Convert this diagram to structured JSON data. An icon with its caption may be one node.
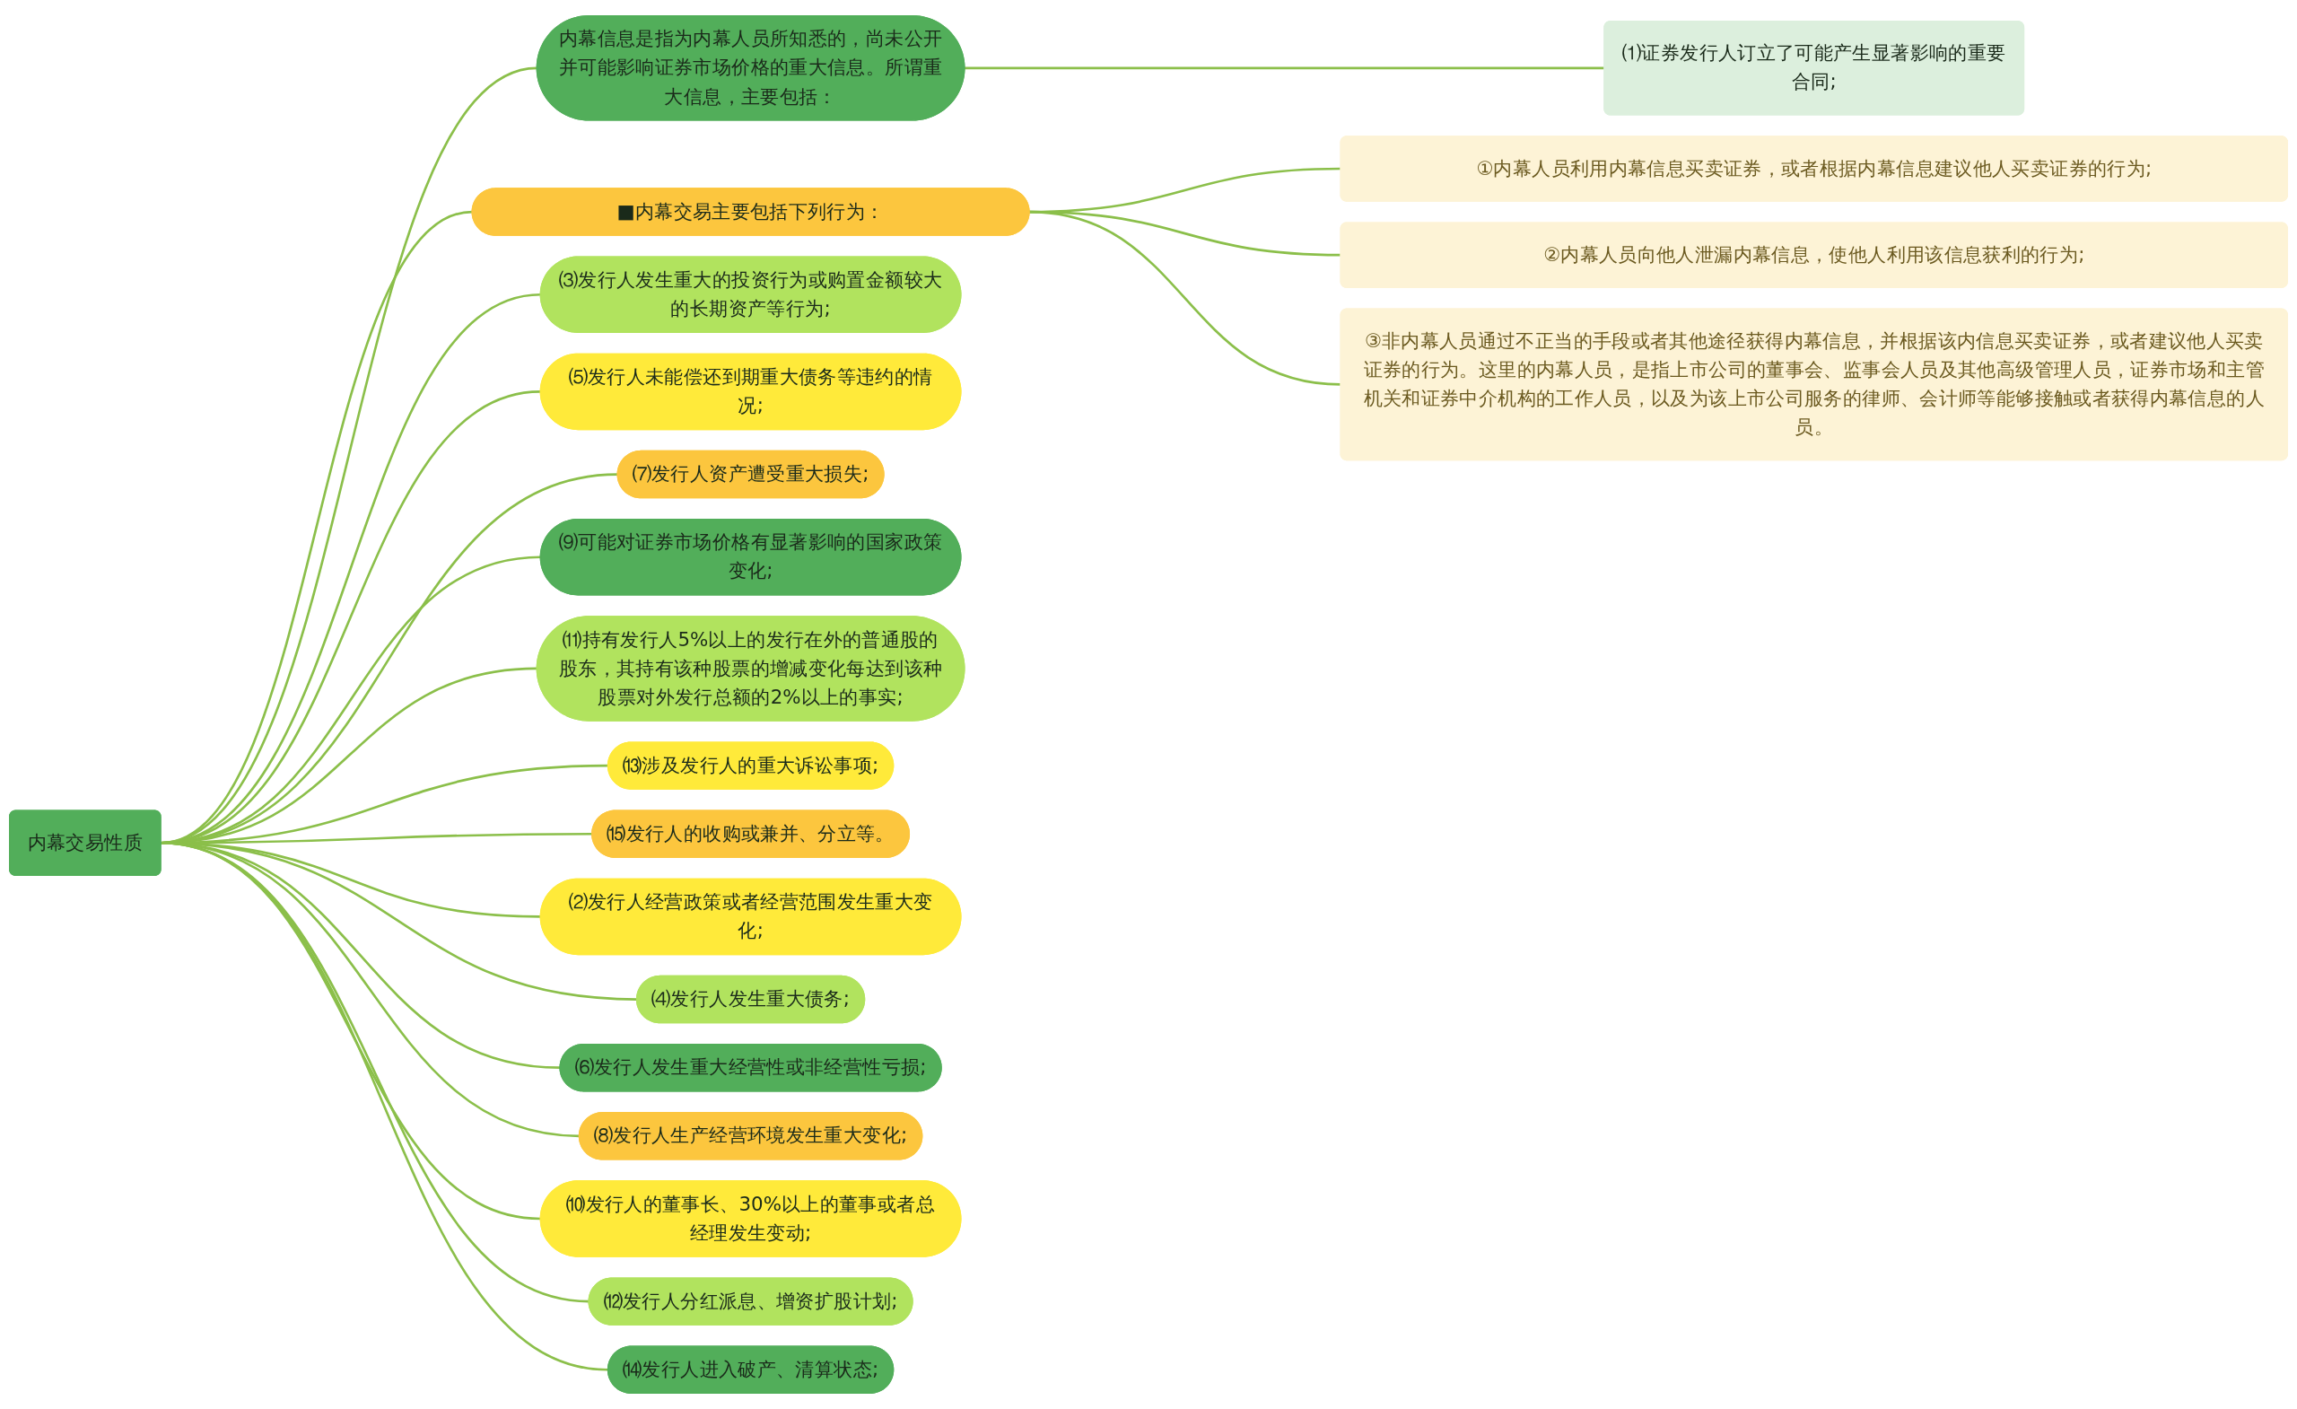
{
  "diagram": {
    "nodes": [
      {
        "text": [
          "内幕交易性质"
        ]
      },
      {
        "text": [
          "内幕信息是指为内幕人员所知悉的，尚未公开并可能影响证券市场价格的重大信息。所谓重大信息，主要包括："
        ]
      },
      {
        "text": [
          "⑴证券发行人订立了可能产生显著影响的重要合同;"
        ]
      },
      {
        "text": [
          "⑶发行人发生重大的投资行为或购置金额较大的长期资产等行为;"
        ]
      },
      {
        "text": [
          "⑸发行人未能偿还到期重大债务等违约的情况;"
        ]
      },
      {
        "text": [
          "⑺发行人资产遭受重大损失;"
        ]
      },
      {
        "text": [
          "⑼可能对证券市场价格有显著影响的国家政策变化;"
        ]
      },
      {
        "text": [
          "⑾持有发行人5%以上的发行在外的普通股的股东，其持有该种股票的增减变化每达到该种股票对外发行总额的2%以上的事实;"
        ]
      },
      {
        "text": [
          "⒀涉及发行人的重大诉讼事项;"
        ]
      },
      {
        "text": [
          "⒂发行人的收购或兼并、分立等。"
        ]
      },
      {
        "text": [
          "■内幕交易主要包括下列行为："
        ]
      },
      {
        "text": [
          "①内幕人员利用内幕信息买卖证券，或者根据内幕信息建议他人买卖证券的行为;"
        ]
      },
      {
        "text": [
          "②内幕人员向他人泄漏内幕信息，使他人利用该信息获利的行为;"
        ]
      },
      {
        "text": [
          "③非内幕人员通过不正当的手段或者其他途径获得内幕信息，并根据该内信息买卖证券，或者建议他人买卖证券的行为。这里的内幕人员，是指上市公司的董事会、监事会人员及其他高级管理人员，证券市场和主管机关和证券中介机构的工作人员，以及为该上市公司服务的律师、会计师等能够接触或者获得内幕信息的人员。"
        ]
      },
      {
        "text": [
          "⑵发行人经营政策或者经营范围发生重大变化;"
        ]
      },
      {
        "text": [
          "⑷发行人发生重大债务;"
        ]
      },
      {
        "text": [
          "⑹发行人发生重大经营性或非经营性亏损;"
        ]
      },
      {
        "text": [
          "⑻发行人生产经营环境发生重大变化;"
        ]
      },
      {
        "text": [
          "⑽发行人的董事长、30%以上的董事或者总经理发生变动;"
        ]
      },
      {
        "text": [
          "⑿发行人分红派息、增资扩股计划;"
        ]
      },
      {
        "text": [
          "⒁发行人进入破产、清算状态;"
        ]
      }
    ],
    "edges": [
      {
        "from": 0,
        "to": 1,
        "arrow": "none"
      },
      {
        "from": 1,
        "to": 2,
        "arrow": "none"
      },
      {
        "from": 0,
        "to": 3,
        "arrow": "none"
      },
      {
        "from": 0,
        "to": 4,
        "arrow": "none"
      },
      {
        "from": 0,
        "to": 5,
        "arrow": "none"
      },
      {
        "from": 0,
        "to": 6,
        "arrow": "none"
      },
      {
        "from": 0,
        "to": 7,
        "arrow": "none"
      },
      {
        "from": 0,
        "to": 8,
        "arrow": "none"
      },
      {
        "from": 0,
        "to": 9,
        "arrow": "none"
      },
      {
        "from": 0,
        "to": 10,
        "arrow": "none"
      },
      {
        "from": 10,
        "to": 11,
        "arrow": "none"
      },
      {
        "from": 10,
        "to": 12,
        "arrow": "none"
      },
      {
        "from": 10,
        "to": 13,
        "arrow": "none"
      },
      {
        "from": 0,
        "to": 14,
        "arrow": "none"
      },
      {
        "from": 0,
        "to": 15,
        "arrow": "none"
      },
      {
        "from": 0,
        "to": 16,
        "arrow": "none"
      },
      {
        "from": 0,
        "to": 17,
        "arrow": "none"
      },
      {
        "from": 0,
        "to": 18,
        "arrow": "none"
      },
      {
        "from": 0,
        "to": 19,
        "arrow": "none"
      },
      {
        "from": 0,
        "to": 20,
        "arrow": "none"
      }
    ]
  }
}
